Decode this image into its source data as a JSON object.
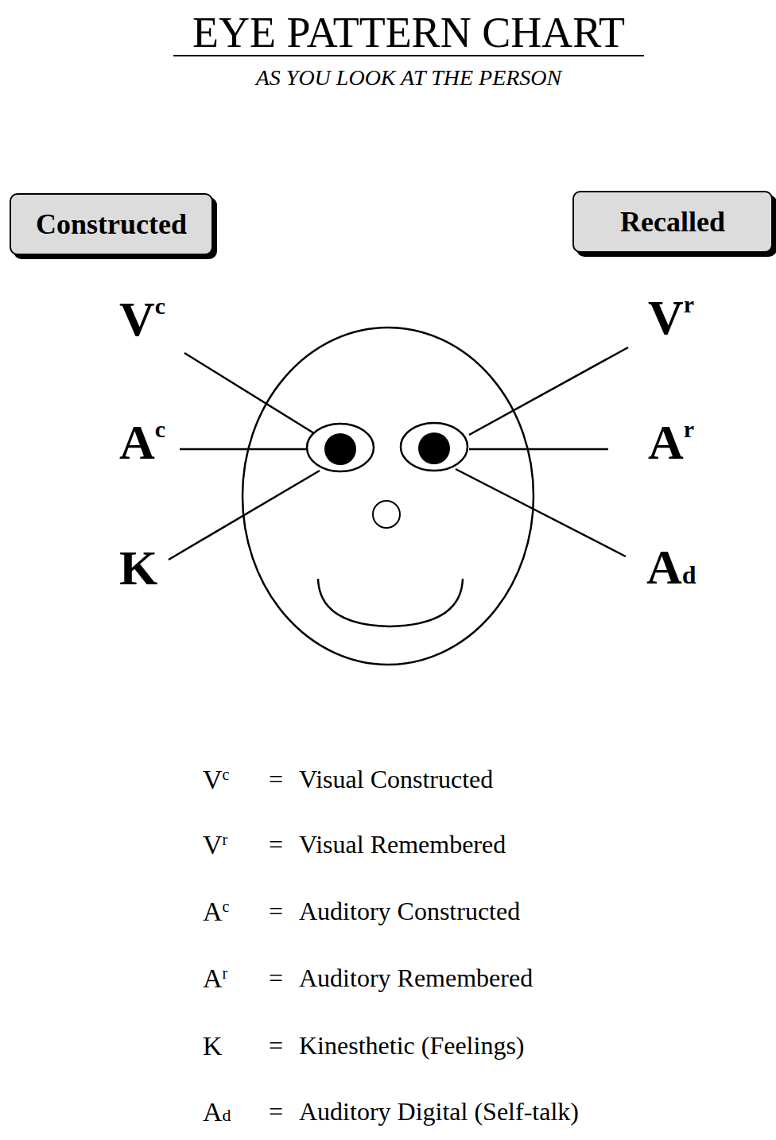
{
  "diagram": {
    "title": "EYE PATTERN CHART",
    "nodes": [
      {
        "text": [
          "Constructed"
        ]
      },
      {
        "text": [
          "Recalled"
        ]
      }
    ],
    "labels": [
      "AS YOU LOOK AT THE PERSON",
      "Vc",
      "Vr",
      "Ac",
      "Ar",
      "K",
      "Ad",
      "Vc",
      "=",
      "Visual Constructed",
      "Vr",
      "=",
      "Visual Remembered",
      "Ac",
      "=",
      "Auditory Constructed",
      "Ar",
      "=",
      "Auditory Remembered",
      "K",
      "=",
      "Kinesthetic (Feelings)",
      "Ad",
      "=",
      "Auditory Digital (Self-talk)"
    ]
  }
}
